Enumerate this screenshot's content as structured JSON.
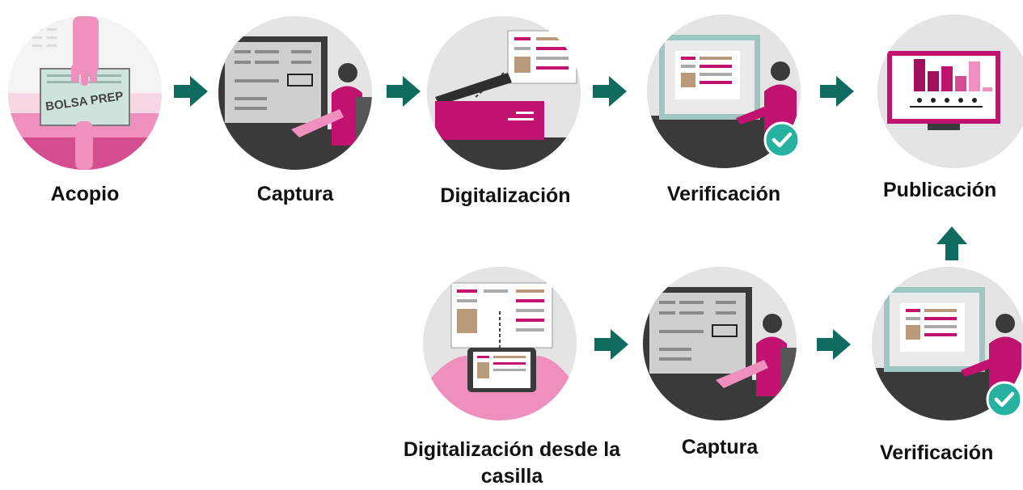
{
  "steps": {
    "acopio": {
      "label": "Acopio",
      "bag_text": "BOLSA PREP"
    },
    "captura_top": {
      "label": "Captura"
    },
    "digitalizacion": {
      "label": "Digitalización"
    },
    "verificacion_top": {
      "label": "Verificación"
    },
    "publicacion": {
      "label": "Publicación"
    },
    "digitalizacion_casilla": {
      "label": "Digitalización desde la casilla"
    },
    "captura_bottom": {
      "label": "Captura"
    },
    "verificacion_bottom": {
      "label": "Verificación"
    }
  },
  "colors": {
    "magenta": "#c2126f",
    "pink": "#ef8fbd",
    "arrow": "#0f6b5f",
    "check": "#27b1a0",
    "gray_bg": "#e4e4e4",
    "dark": "#3a3a3a"
  }
}
